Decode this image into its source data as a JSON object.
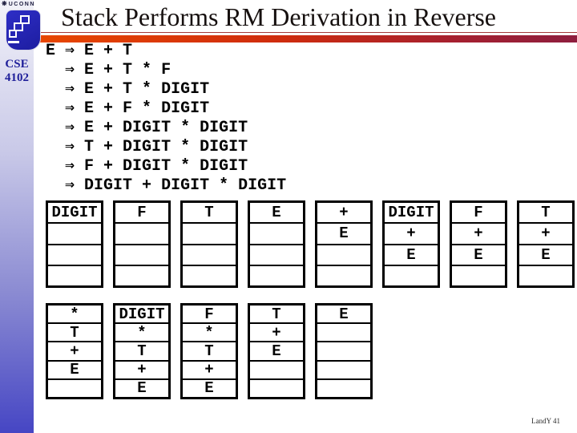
{
  "header": {
    "brand": "UCONN",
    "title": "Stack Performs RM Derivation in Reverse",
    "course": {
      "line1": "CSE",
      "line2": "4102"
    }
  },
  "derivation": {
    "lines": [
      "E ⇒ E + T",
      "  ⇒ E + T * F",
      "  ⇒ E + T * DIGIT",
      "  ⇒ E + F * DIGIT",
      "  ⇒ E + DIGIT * DIGIT",
      "  ⇒ T + DIGIT * DIGIT",
      "  ⇒ F + DIGIT * DIGIT",
      "  ⇒ DIGIT + DIGIT * DIGIT"
    ]
  },
  "stacks": {
    "row1": [
      {
        "cells": [
          "DIGIT",
          "",
          "",
          ""
        ]
      },
      {
        "cells": [
          "F",
          "",
          "",
          ""
        ]
      },
      {
        "cells": [
          "T",
          "",
          "",
          ""
        ]
      },
      {
        "cells": [
          "E",
          "",
          "",
          ""
        ]
      },
      {
        "cells": [
          "+",
          "E",
          "",
          ""
        ]
      },
      {
        "cells": [
          "DIGIT",
          "+",
          "E",
          ""
        ]
      },
      {
        "cells": [
          "F",
          "+",
          "E",
          ""
        ]
      },
      {
        "cells": [
          "T",
          "+",
          "E",
          ""
        ]
      }
    ],
    "row2": [
      {
        "cells": [
          "*",
          "T",
          "+",
          "E",
          ""
        ]
      },
      {
        "cells": [
          "DIGIT",
          "*",
          "T",
          "+",
          "E"
        ]
      },
      {
        "cells": [
          "F",
          "*",
          "T",
          "+",
          "E"
        ]
      },
      {
        "cells": [
          "T",
          "+",
          "E",
          "",
          ""
        ]
      },
      {
        "cells": [
          "E",
          "",
          "",
          "",
          ""
        ]
      }
    ]
  },
  "footer": {
    "label": "LandY 41"
  },
  "colors": {
    "accent_bar_start": "#e84700",
    "accent_bar_end": "#8e1e3e",
    "sidebar_top": "#f2f2f9",
    "sidebar_bottom": "#4646c4",
    "logo_blue": "#2323b0",
    "course_text": "#20209a",
    "title_text": "#16100f"
  }
}
